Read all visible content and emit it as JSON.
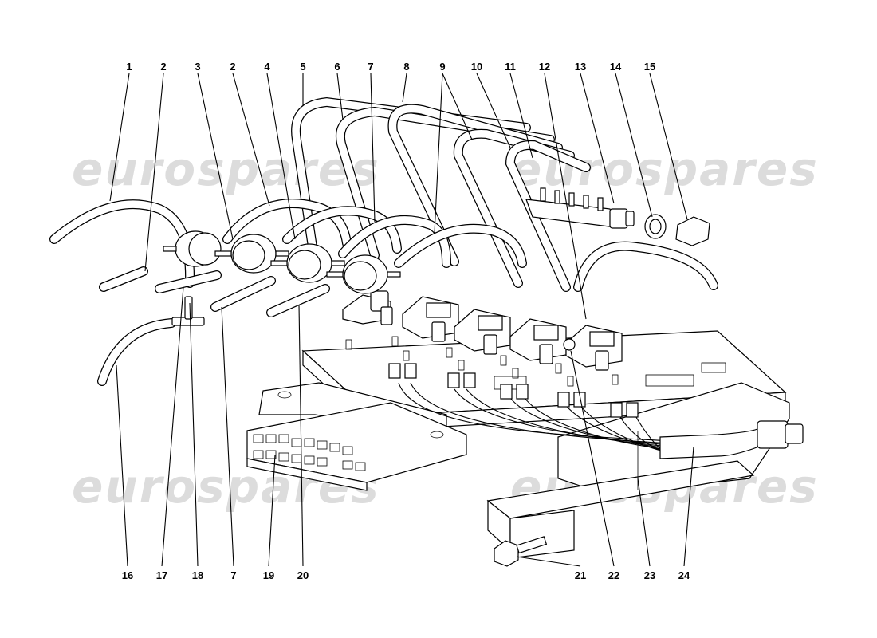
{
  "watermark": "eurospares",
  "callouts": {
    "top": [
      "1",
      "2",
      "3",
      "2",
      "4",
      "5",
      "6",
      "7",
      "8",
      "9",
      "10",
      "11",
      "12",
      "13",
      "14",
      "15"
    ],
    "bottom": [
      "16",
      "17",
      "18",
      "7",
      "19",
      "20",
      "21",
      "22",
      "23",
      "24"
    ]
  }
}
